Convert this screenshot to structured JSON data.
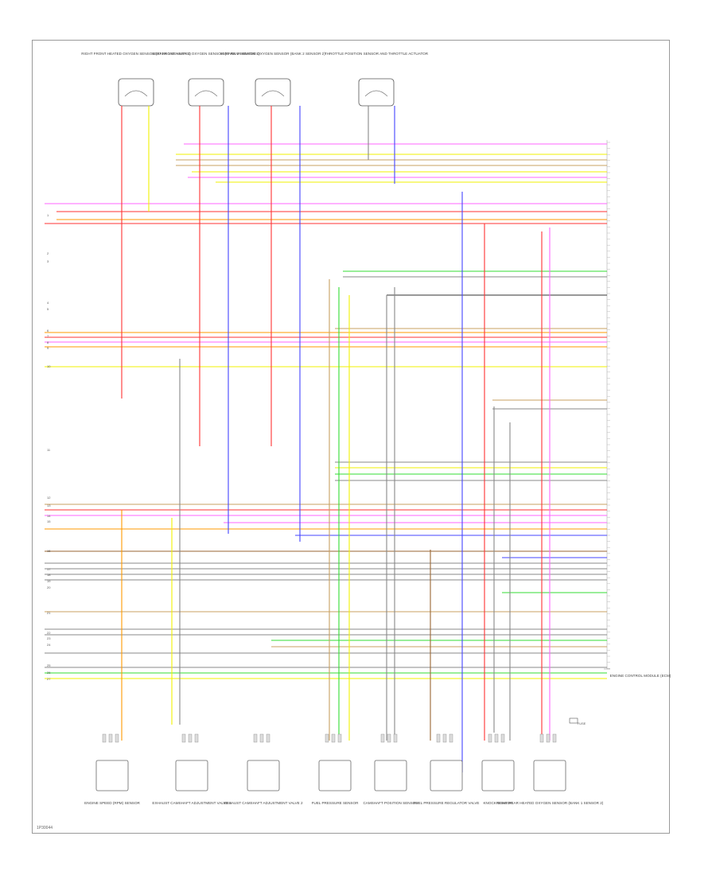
{
  "page_id": "1P30044",
  "pcm_title": "ENGINE CONTROL MODULE (ECM)",
  "components_top": [
    {
      "name": "RIGHT FRONT HEATED OXYGEN SENSOR (BANK 1 SENSOR 1)"
    },
    {
      "name": "LEFT FRONT HEATED OXYGEN SENSOR (BANK 2 SENSOR 1)"
    },
    {
      "name": "LEFT REAR HEATED OXYGEN SENSOR (BANK 2 SENSOR 2)"
    },
    {
      "name": "THROTTLE POSITION SENSOR AND THROTTLE ACTUATOR"
    }
  ],
  "components_bottom": [
    {
      "name": "ENGINE SPEED (RPM) SENSOR"
    },
    {
      "name": "EXHAUST CAMSHAFT ADJUSTMENT VALVE 1"
    },
    {
      "name": "EXHAUST CAMSHAFT ADJUSTMENT VALVE 2"
    },
    {
      "name": "FUEL PRESSURE SENSOR"
    },
    {
      "name": "CAMSHAFT POSITION SENSOR"
    },
    {
      "name": "FUEL PRESSURE REGULATOR VALVE"
    },
    {
      "name": "KNOCK SENSOR"
    },
    {
      "name": "RIGHT REAR HEATED OXYGEN SENSOR (BANK 1 SENSOR 2)"
    }
  ],
  "fuse_label": "FUSE",
  "colors": {
    "pink": "#ff66ff",
    "red": "#ff3333",
    "orange": "#ff9900",
    "yellow": "#f2f200",
    "blue": "#4444ff",
    "green": "#33dd33",
    "gray": "#888888",
    "tan": "#c8a060",
    "black": "#333333",
    "brown": "#996633",
    "violet": "#aa55ff"
  }
}
